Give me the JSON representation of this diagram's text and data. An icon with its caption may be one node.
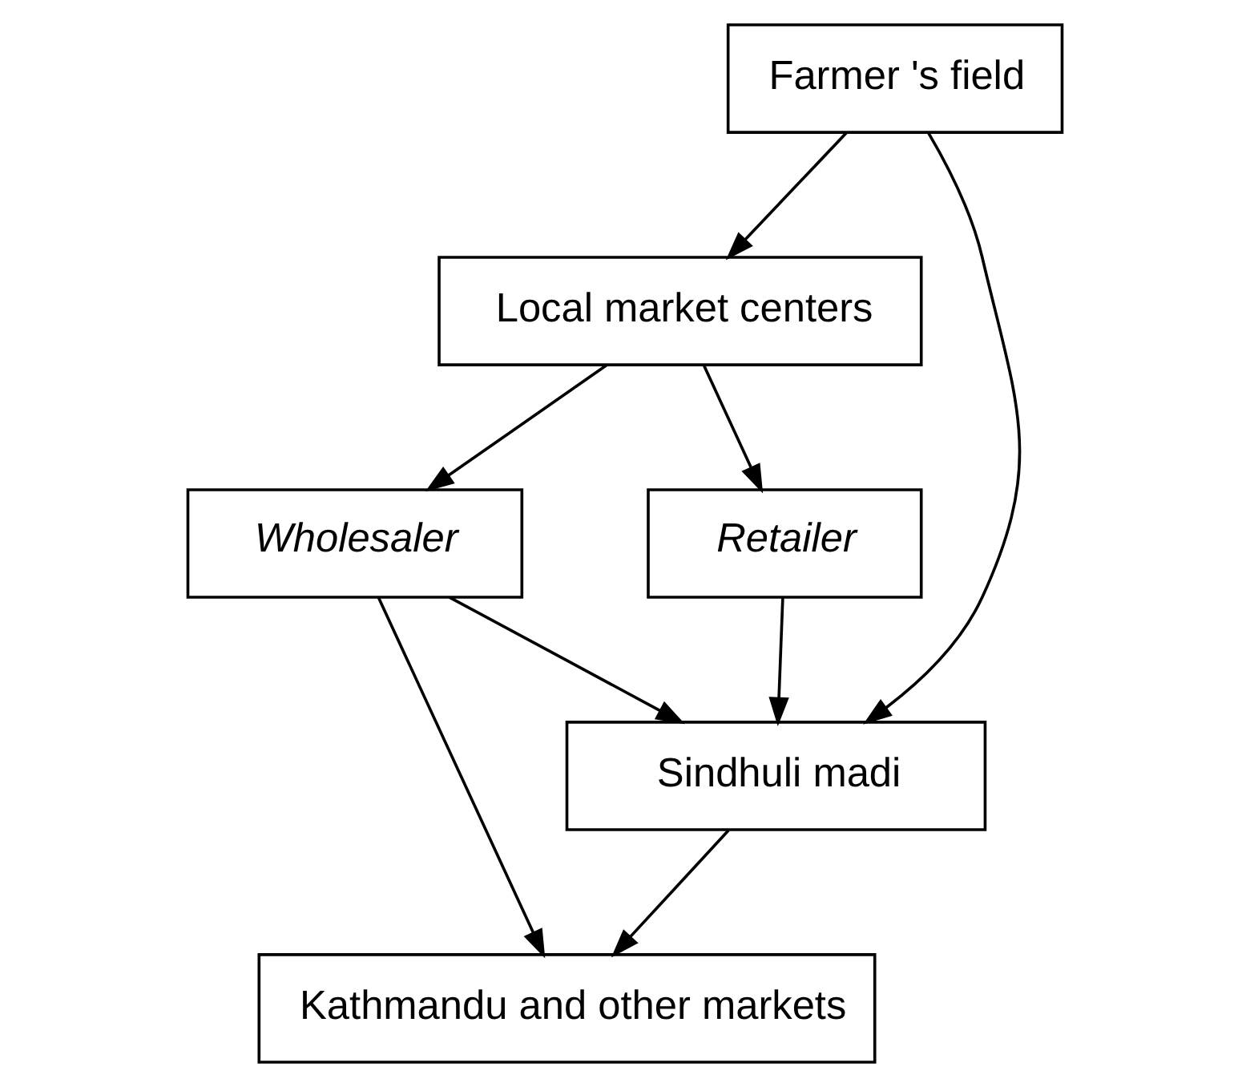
{
  "diagram": {
    "nodes": [
      {
        "text": [
          "Farmer 's field"
        ]
      },
      {
        "text": [
          "Local market centers"
        ]
      },
      {
        "text": [
          "Retailer"
        ]
      },
      {
        "text": [
          "Wholesaler"
        ]
      },
      {
        "text": [
          "Sindhuli madi"
        ]
      },
      {
        "text": [
          "Kathmandu and other markets"
        ]
      }
    ],
    "edges": [
      {
        "from": 0,
        "to": 1,
        "arrow": "to"
      },
      {
        "from": 0,
        "to": 4,
        "arrow": "to"
      },
      {
        "from": 1,
        "to": 2,
        "arrow": "to"
      },
      {
        "from": 1,
        "to": 3,
        "arrow": "to"
      },
      {
        "from": 2,
        "to": 4,
        "arrow": "to"
      },
      {
        "from": 3,
        "to": 4,
        "arrow": "to"
      },
      {
        "from": 3,
        "to": 5,
        "arrow": "to"
      },
      {
        "from": 4,
        "to": 5,
        "arrow": "to"
      }
    ]
  }
}
